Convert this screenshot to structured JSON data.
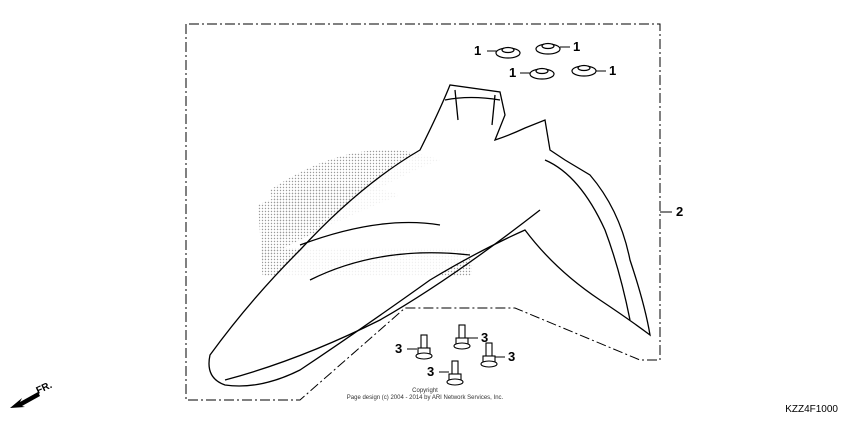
{
  "callouts": {
    "washer": "1",
    "fender": "2",
    "bolt": "3"
  },
  "direction_label": "FR.",
  "copyright": {
    "line1": "Copyright",
    "line2": "Page design (c) 2004 - 2014 by ARI Network Services, Inc."
  },
  "diagram_code": "KZZ4F1000"
}
